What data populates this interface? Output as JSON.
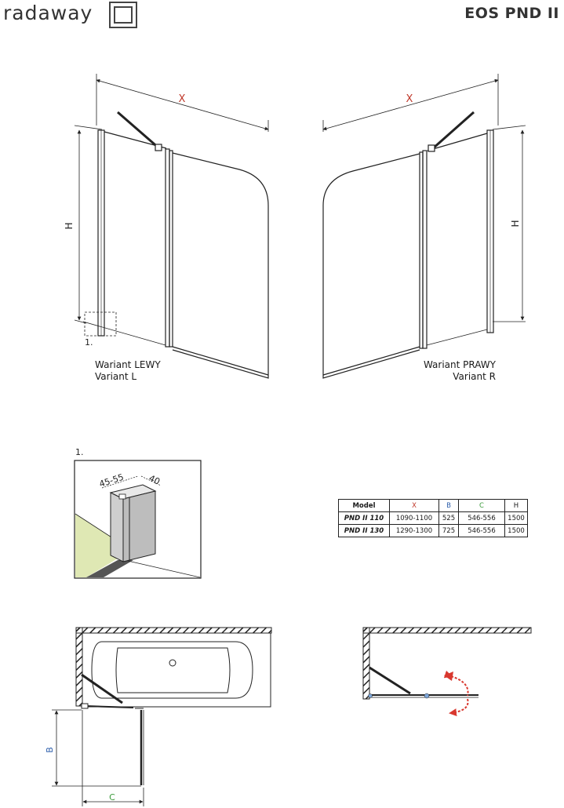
{
  "header": {
    "brand": "radaway",
    "model": "EOS PND II"
  },
  "elevation_labels": {
    "width": "X",
    "height": "H",
    "detail_ref": "1."
  },
  "variants": {
    "left": {
      "line1": "Wariant LEWY",
      "line2": "Variant L"
    },
    "right": {
      "line1": "Wariant PRAWY",
      "line2": "Variant R"
    }
  },
  "detail": {
    "title": "1.",
    "dim_a": "45-55",
    "dim_b": "40"
  },
  "plan_labels": {
    "b": "B",
    "c": "C"
  },
  "table": {
    "columns": [
      {
        "label": "Model",
        "color": "#1a1a1a"
      },
      {
        "label": "X",
        "color": "#c0392b"
      },
      {
        "label": "B",
        "color": "#2a5caa"
      },
      {
        "label": "C",
        "color": "#3a9a3a"
      },
      {
        "label": "H",
        "color": "#1a1a1a"
      }
    ],
    "rows": [
      [
        "PND II 110",
        "1090-1100",
        "525",
        "546-556",
        "1500"
      ],
      [
        "PND II 130",
        "1290-1300",
        "725",
        "546-556",
        "1500"
      ]
    ]
  },
  "colors": {
    "x_label": "#c0392b",
    "b_label": "#2a5caa",
    "c_label": "#3a9a3a",
    "arrow": "#d9382f",
    "wall_fill": "#dfe8b4"
  }
}
